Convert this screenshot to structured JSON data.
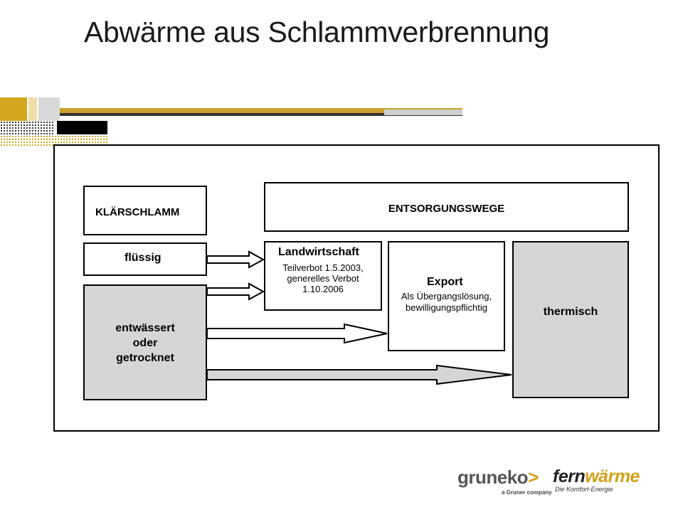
{
  "title": "Abwärme aus Schlammverbrennung",
  "diagram": {
    "klaerschlamm": "KLÄRSCHLAMM",
    "entsorgungswege": "ENTSORGUNGSWEGE",
    "fluessig": "flüssig",
    "entwaessert": [
      "entwässert",
      "oder",
      "getrocknet"
    ],
    "landwirtschaft": {
      "heading": "Landwirtschaft",
      "lines": [
        "Teilverbot 1.5.2003,",
        "generelles Verbot",
        "1.10.2006"
      ]
    },
    "export": {
      "heading": "Export",
      "lines": [
        "Als Übergangslösung,",
        "bewilligungspflichtig"
      ]
    },
    "thermisch": "thermisch"
  },
  "logos": {
    "gruneko": "gruneko",
    "gruneko_symbol": ">",
    "gruneko_sub": "a Gruner company",
    "fernwaerme_a": "fern",
    "fernwaerme_b": "wärme",
    "fernwaerme_sub": "Die Komfort-Energie"
  },
  "colors": {
    "accent": "#d4a017",
    "box_grey": "#d6d6d6"
  }
}
